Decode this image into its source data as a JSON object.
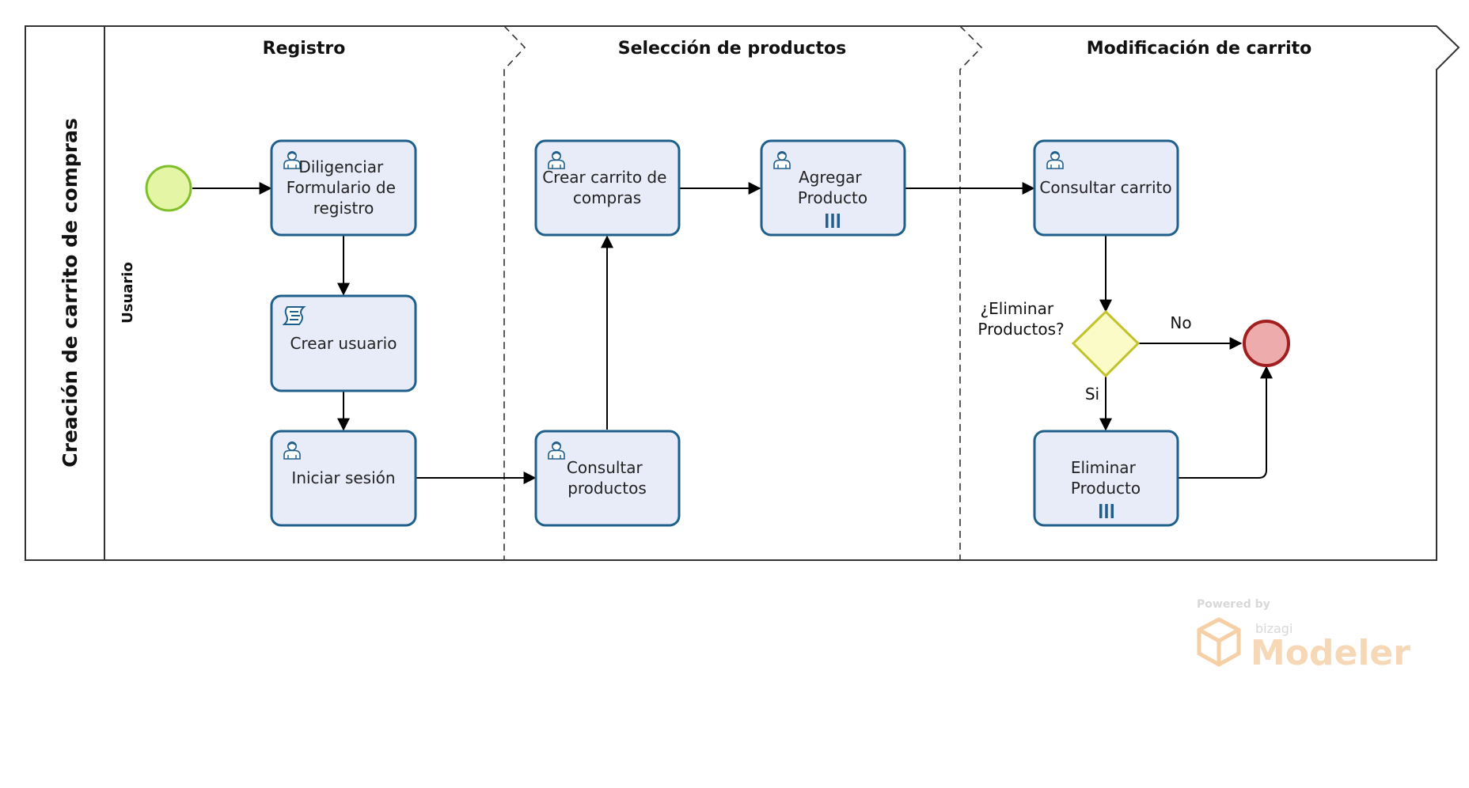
{
  "pool": {
    "name": "Creación de carrito de compras"
  },
  "lane": {
    "name": "Usuario"
  },
  "phases": [
    {
      "name": "Registro"
    },
    {
      "name": "Selección de productos"
    },
    {
      "name": "Modificación de carrito"
    }
  ],
  "tasks": {
    "diligenciar": {
      "lines": [
        "Diligenciar",
        "Formulario de",
        "registro"
      ],
      "type": "user"
    },
    "crear_usuario": {
      "lines": [
        "Crear usuario"
      ],
      "type": "script"
    },
    "iniciar_sesion": {
      "lines": [
        "Iniciar sesión"
      ],
      "type": "user"
    },
    "consultar_productos": {
      "lines": [
        "Consultar",
        "productos"
      ],
      "type": "user"
    },
    "crear_carrito": {
      "lines": [
        "Crear carrito de",
        "compras"
      ],
      "type": "user"
    },
    "agregar_producto": {
      "lines": [
        "Agregar",
        "Producto"
      ],
      "type": "user",
      "multi_instance": true
    },
    "consultar_carrito": {
      "lines": [
        "Consultar carrito"
      ],
      "type": "user"
    },
    "eliminar_producto": {
      "lines": [
        "Eliminar",
        "Producto"
      ],
      "type": "user",
      "multi_instance": true
    }
  },
  "gateway": {
    "question": [
      "¿Eliminar",
      "Productos?"
    ]
  },
  "flow_labels": {
    "no": "No",
    "si": "Si"
  },
  "watermark": {
    "powered_by": "Powered by",
    "brand": "bizagi",
    "product": "Modeler"
  },
  "colors": {
    "task_fill": "#e8ecf9",
    "task_stroke": "#1f5f8b",
    "start_fill": "#e4f6a6",
    "start_stroke": "#7fbf2a",
    "end_fill": "#eeabab",
    "end_stroke": "#a11f1f",
    "gateway_fill": "#fbfbc8",
    "gateway_stroke": "#c2c22a",
    "watermark_orange": "#f6cfa6"
  },
  "icons": {
    "user_task": "user-icon",
    "script_task": "script-icon",
    "multi_instance": "parallel-multi-instance-icon"
  }
}
